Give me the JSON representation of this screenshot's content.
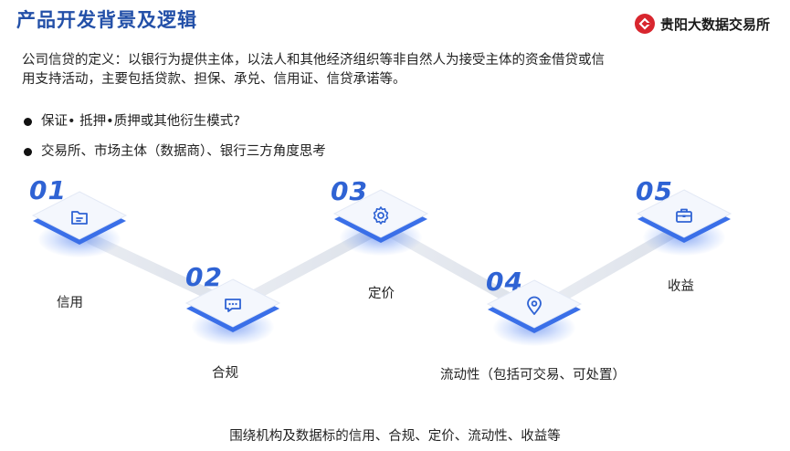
{
  "header": {
    "title": "产品开发背景及逻辑",
    "brand_name": "贵阳大数据交易所"
  },
  "definition": {
    "line1": "公司信贷的定义：以银行为提供主体，以法人和其他经济组织等非自然人为接受主体的资金借贷或信",
    "line2": "用支持活动，主要包括贷款、担保、承兑、信用证、信贷承诺等。"
  },
  "bullets": [
    "保证• 抵押•质押或其他衍生模式?",
    "交易所、市场主体（数据商）、银行三方角度思考"
  ],
  "steps": [
    {
      "num": "01",
      "label": "信用",
      "icon": "folder-icon"
    },
    {
      "num": "02",
      "label": "合规",
      "icon": "chat-dots-icon"
    },
    {
      "num": "03",
      "label": "定价",
      "icon": "gear-icon"
    },
    {
      "num": "04",
      "label": "流动性（包括可交易、可处置）",
      "icon": "location-pin-icon"
    },
    {
      "num": "05",
      "label": "收益",
      "icon": "briefcase-icon"
    }
  ],
  "footer": "围绕机构及数据标的信用、合规、定价、流动性、收益等",
  "colors": {
    "title": "#2350a8",
    "accent": "#2f63d4",
    "brand_red": "#d8262e"
  }
}
